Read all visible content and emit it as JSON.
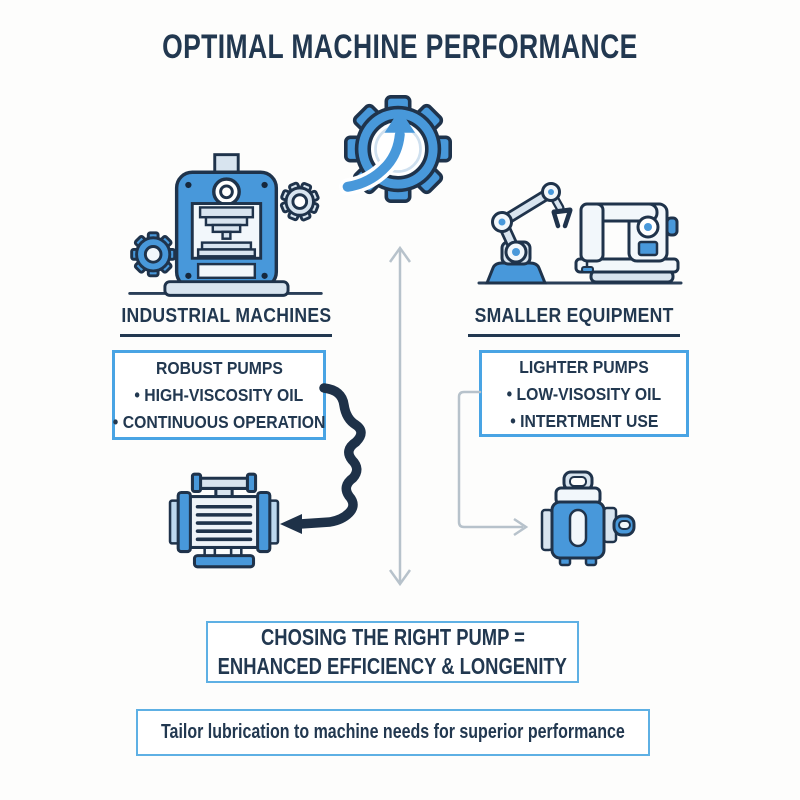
{
  "title": "OPTIMAL MACHINE PERFORMANCE",
  "left_section": {
    "label": "INDUSTRIAL MACHINES",
    "box": {
      "heading": "ROBUST PUMPS",
      "bullet1": "• HIGH-VISCOSITY OIL",
      "bullet2": "• CONTINUOUS OPERATION"
    }
  },
  "right_section": {
    "label": "SMALLER EQUIPMENT",
    "box": {
      "heading": "LIGHTER PUMPS",
      "bullet1": "• LOW-VISOSITY OIL",
      "bullet2": "• INTERTMENT USE"
    }
  },
  "conclusion_box": {
    "line1": "CHOSING THE RIGHT PUMP =",
    "line2": "ENHANCED EFFICIENCY & LONGENITY"
  },
  "footer_box": {
    "text": "Tailor lubrication to machine needs for superior performance"
  },
  "icons": {
    "header_icon": "gear-with-growth-arrow",
    "left_machine_icon": "industrial-press-with-gears",
    "right_equipment_icon": "robotic-arm-and-sewing-machine",
    "left_pump_icon": "heavy-duty-industrial-pump",
    "right_pump_icon": "compact-portable-pump",
    "divider_icon": "double-headed-vertical-arrow",
    "left_connector_icon": "thick-wavy-arrow",
    "right_connector_icon": "thin-curved-arrow"
  },
  "colors": {
    "navy_text": "#223850",
    "icon_blue": "#4898da",
    "icon_light": "#d8e4ef",
    "box_border_blue": "#49a4e4",
    "soft_border_blue": "#5eb0e4",
    "gray_arrow": "#b7c2cb"
  }
}
